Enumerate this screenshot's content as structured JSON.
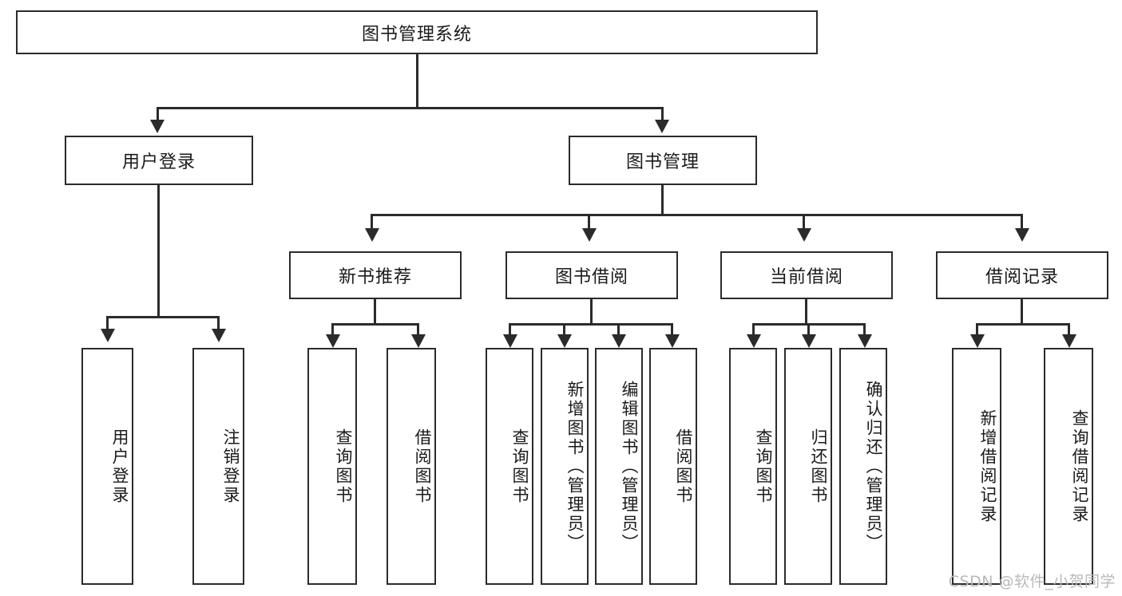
{
  "diagram": {
    "title": "图书管理系统",
    "type": "tree-hierarchy-diagram",
    "colors": {
      "box_border": "#2b2b2b",
      "box_fill": "#ffffff",
      "edge": "#2b2b2b",
      "background": "#ffffff",
      "watermark": "#b9b9b9"
    },
    "root": {
      "label": "图书管理系统"
    },
    "level2": [
      {
        "label": "用户登录"
      },
      {
        "label": "图书管理"
      }
    ],
    "level3": [
      {
        "label": "新书推荐"
      },
      {
        "label": "图书借阅"
      },
      {
        "label": "当前借阅"
      },
      {
        "label": "借阅记录"
      }
    ],
    "leaves": {
      "user_login": [
        {
          "label": "用户登录"
        },
        {
          "label": "注销登录"
        }
      ],
      "new_book_recommend": [
        {
          "label": "查询图书"
        },
        {
          "label": "借阅图书"
        }
      ],
      "book_borrow": [
        {
          "label": "查询图书"
        },
        {
          "label": "新增图书（管理员）"
        },
        {
          "label": "编辑图书（管理员）"
        },
        {
          "label": "借阅图书"
        }
      ],
      "current_borrow": [
        {
          "label": "查询图书"
        },
        {
          "label": "归还图书"
        },
        {
          "label": "确认归还（管理员）"
        }
      ],
      "borrow_record": [
        {
          "label": "新增借阅记录"
        },
        {
          "label": "查询借阅记录"
        }
      ]
    },
    "watermark": "CSDN @软件_小贺同学"
  }
}
